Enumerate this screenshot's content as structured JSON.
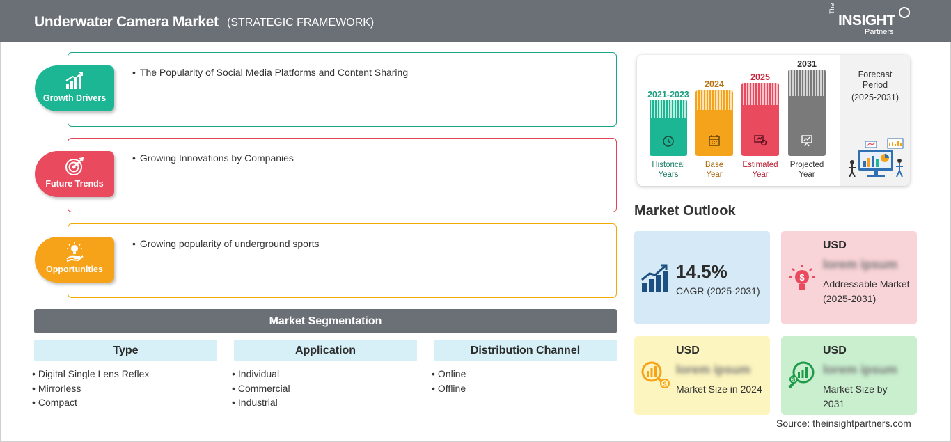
{
  "header": {
    "title": "Underwater Camera Market",
    "subtitle": "(STRATEGIC FRAMEWORK)",
    "logo": {
      "the": "The",
      "insight": "INSIGHT",
      "partners": "Partners"
    }
  },
  "drivers": {
    "growth": {
      "label": "Growth Drivers",
      "text": "The Popularity of Social Media Platforms and Content Sharing",
      "color": "#1db694"
    },
    "trends": {
      "label": "Future Trends",
      "text": "Growing Innovations by Companies",
      "color": "#e94a5d"
    },
    "opportunities": {
      "label": "Opportunities",
      "text": "Growing popularity of underground sports",
      "color": "#f7a31a"
    }
  },
  "segmentation": {
    "title": "Market Segmentation",
    "columns": [
      {
        "title": "Type",
        "items": [
          "Digital Single Lens Reflex",
          "Mirrorless",
          "Compact"
        ]
      },
      {
        "title": "Application",
        "items": [
          "Individual",
          "Commercial",
          "Industrial"
        ]
      },
      {
        "title": "Distribution Channel",
        "items": [
          "Online",
          "Offline"
        ]
      }
    ]
  },
  "timeline": {
    "periods": [
      {
        "year": "2021-2023",
        "label_line1": "Historical",
        "label_line2": "Years",
        "color": "#1db694"
      },
      {
        "year": "2024",
        "label_line1": "Base",
        "label_line2": "Year",
        "color": "#f6a31c"
      },
      {
        "year": "2025",
        "label_line1": "Estimated",
        "label_line2": "Year",
        "color": "#e94a5d"
      },
      {
        "year": "2031",
        "label_line1": "Projected",
        "label_line2": "Year",
        "color": "#7a7a7a"
      }
    ],
    "forecast": {
      "title_line1": "Forecast",
      "title_line2": "Period",
      "period": "(2025-2031)"
    }
  },
  "outlook": {
    "title": "Market Outlook",
    "cagr": {
      "value": "14.5%",
      "label": "CAGR (2025-2031)"
    },
    "addressable": {
      "currency": "USD",
      "value": "lorem ipsum",
      "label": "Addressable Market (2025-2031)"
    },
    "size_2024": {
      "currency": "USD",
      "value": "lorem ipsum",
      "label": "Market Size in 2024"
    },
    "size_2031": {
      "currency": "USD",
      "value": "lorem ipsum",
      "label": "Market Size by 2031"
    }
  },
  "source": "Source: theinsightpartners.com"
}
